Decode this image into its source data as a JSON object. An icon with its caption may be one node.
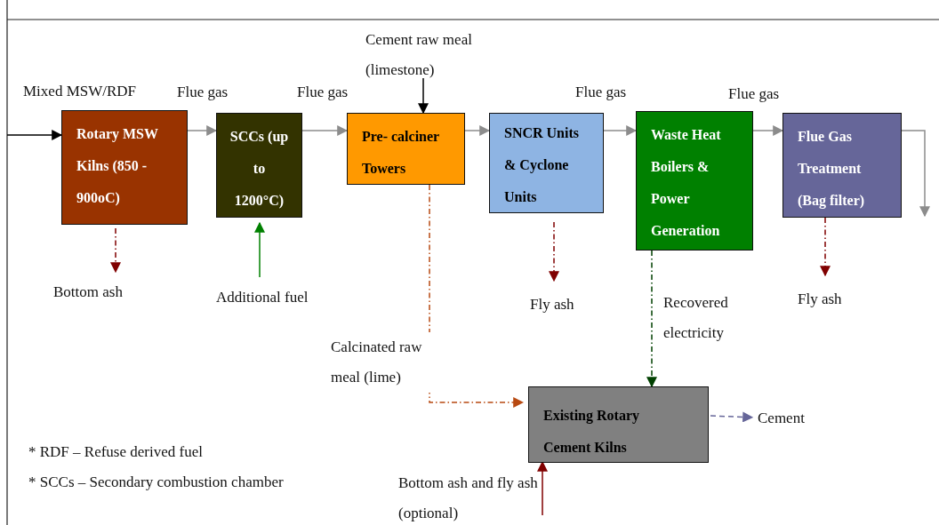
{
  "diagram": {
    "nodes": [
      {
        "text": [
          "Rotary MSW Kilns (850 - 900oC)"
        ]
      },
      {
        "text": [
          "SCCs (up to 1200°C)"
        ]
      },
      {
        "text": [
          "Pre- calciner Towers"
        ]
      },
      {
        "text": [
          "SNCR Units & Cyclone Units"
        ]
      },
      {
        "text": [
          "Waste Heat Boilers & Power Generation"
        ]
      },
      {
        "text": [
          "Flue Gas Treatment (Bag filter)"
        ]
      },
      {
        "text": [
          "Existing Rotary Cement Kilns"
        ]
      },
      {
        "text": [
          "Cement raw meal (limestone)"
        ]
      },
      {
        "text": [
          "Bottom ash"
        ]
      },
      {
        "text": [
          "Additional fuel"
        ]
      },
      {
        "text": [
          "Fly ash"
        ]
      },
      {
        "text": [
          "Fly ash"
        ]
      },
      {
        "text": [
          "Cement"
        ]
      },
      {
        "text": [
          "Bottom ash and fly ash (optional)"
        ]
      }
    ],
    "edges": [
      {
        "from": null,
        "to": 0,
        "arrow": "to",
        "label": "Mixed MSW/RDF",
        "color": "#000000"
      },
      {
        "from": 0,
        "to": 1,
        "arrow": "to",
        "label": "Flue gas"
      },
      {
        "from": 1,
        "to": 2,
        "arrow": "to",
        "label": "Flue gas"
      },
      {
        "from": 2,
        "to": 3,
        "arrow": "to"
      },
      {
        "from": 3,
        "to": 4,
        "arrow": "to",
        "label": "Flue gas"
      },
      {
        "from": 4,
        "to": 5,
        "arrow": "to",
        "label": "Flue gas"
      },
      {
        "from": 5,
        "to": null,
        "arrow": "to"
      },
      {
        "from": 7,
        "to": 2,
        "arrow": "to",
        "color": "#000000"
      },
      {
        "from": 0,
        "to": 8,
        "arrow": "to",
        "style": "dashed",
        "color": "#800000"
      },
      {
        "from": 9,
        "to": 1,
        "arrow": "to",
        "color": "#008000"
      },
      {
        "from": 3,
        "to": 10,
        "arrow": "to",
        "style": "dashed",
        "color": "#800000"
      },
      {
        "from": 5,
        "to": 11,
        "arrow": "to",
        "style": "dashed",
        "color": "#800000"
      },
      {
        "from": 2,
        "to": 6,
        "arrow": "to",
        "label": "Calcinated raw meal (lime)",
        "style": "dashed",
        "color": "#b84a12"
      },
      {
        "from": 4,
        "to": 6,
        "arrow": "to",
        "label": "Recovered electricity",
        "style": "dashed",
        "color": "#004000"
      },
      {
        "from": 6,
        "to": 12,
        "arrow": "to",
        "style": "dashed",
        "color": "#666699"
      },
      {
        "from": 13,
        "to": 6,
        "arrow": "to",
        "color": "#800000"
      }
    ],
    "labels": [
      "* RDF – Refuse derived fuel",
      "* SCCs – Secondary combustion chamber"
    ]
  }
}
